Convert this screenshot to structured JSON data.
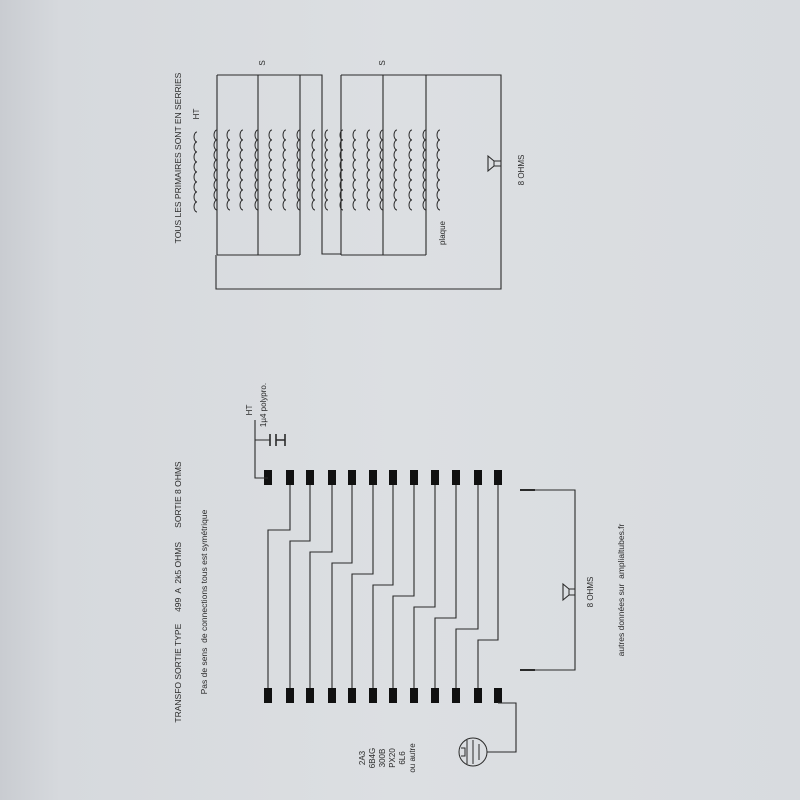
{
  "top_diagram": {
    "title": "TOUS LES PRIMAIRES SONT EN SERRIES",
    "ht_label": "HT",
    "s_label_1": "S",
    "s_label_2": "S",
    "plaque_label": "plaque",
    "speaker_label": "8 OHMS"
  },
  "bottom_diagram": {
    "title": "TRANSFO SORTIE TYPE     499  A  2k5 OHMS      SORTIE 8 OHMS",
    "subtitle": "Pas de sens  de connections tous est symétrique",
    "ht_label": "HT",
    "capacitor_label": "1µ4 polypro.",
    "speaker_label": "8 OHMS",
    "tubes": [
      "2A3",
      "6B4G",
      "300B",
      "PX20",
      "6L6",
      "ou autre"
    ],
    "footer": "autres données sur  amplialtubes.fr"
  },
  "colors": {
    "ink": "#2a2a2a",
    "paper": "#dcdfe2"
  }
}
